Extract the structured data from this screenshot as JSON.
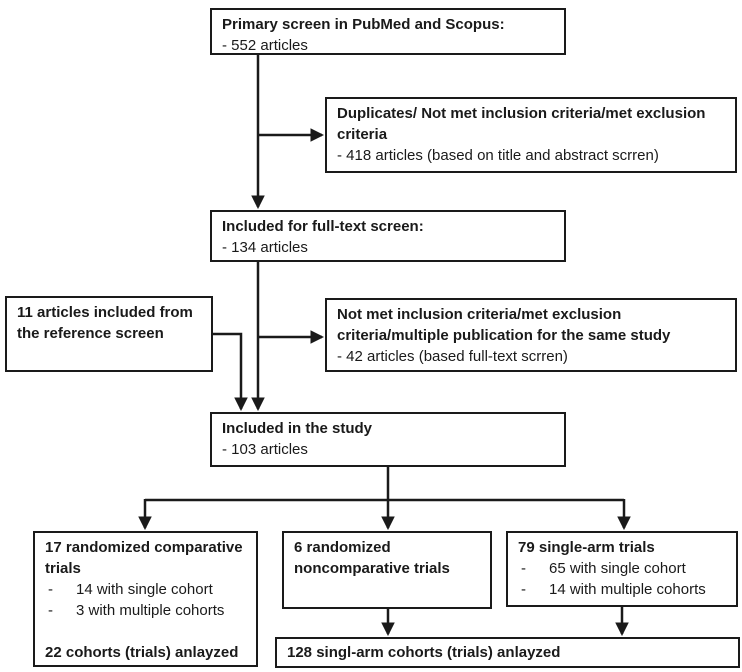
{
  "diagram": {
    "bullet": "-",
    "colors": {
      "border": "#1a1a1a",
      "background": "#ffffff",
      "text": "#1a1a1a"
    },
    "boxes": {
      "primary": {
        "title": "Primary screen in PubMed and Scopus:",
        "detail": "- 552 articles"
      },
      "duplicates": {
        "title": "Duplicates/ Not met inclusion criteria/met exclusion criteria",
        "detail": "- 418 articles (based on title and abstract scrren)"
      },
      "fulltext": {
        "title": "Included for full-text screen:",
        "detail": "- 134 articles"
      },
      "reference": {
        "title": "11 articles included from the reference screen"
      },
      "notmet": {
        "title": "Not met inclusion criteria/met exclusion criteria/multiple publication for the same study",
        "detail": "- 42 articles (based full-text scrren)"
      },
      "included": {
        "title": "Included in the study",
        "detail": "- 103 articles"
      },
      "comparative": {
        "title": "17 randomized comparative trials",
        "items": [
          "14 with single cohort",
          "3 with multiple cohorts"
        ],
        "footer": "22 cohorts (trials) anlayzed"
      },
      "noncomparative": {
        "title": "6 randomized noncomparative trials"
      },
      "singlearm": {
        "title": "79 single-arm trials",
        "items": [
          "65 with single cohort",
          "14 with multiple cohorts"
        ]
      },
      "pooled": {
        "title": "128 singl-arm cohorts (trials) anlayzed"
      }
    }
  }
}
